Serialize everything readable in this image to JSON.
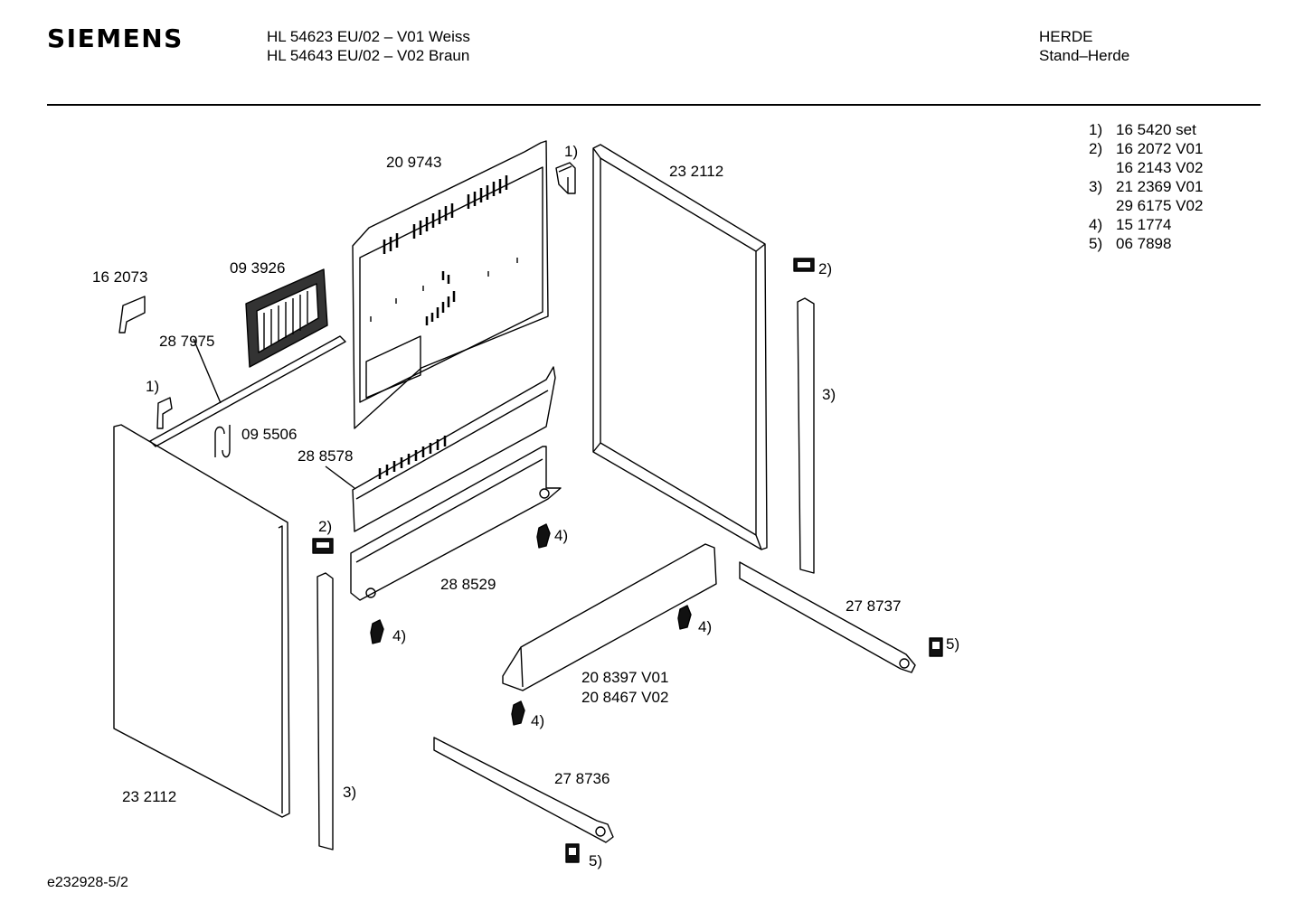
{
  "brand": "SIEMENS",
  "header": {
    "models": [
      "HL 54623 EU/02 – V01 Weiss",
      "HL 54643 EU/02 – V02 Braun"
    ],
    "category": [
      "HERDE",
      "Stand–Herde"
    ]
  },
  "legend": [
    {
      "key": "1)",
      "value": "16 5420 set"
    },
    {
      "key": "2)",
      "value": "16 2072 V01"
    },
    {
      "key": "",
      "value": "16 2143 V02"
    },
    {
      "key": "3)",
      "value": "21 2369 V01"
    },
    {
      "key": "",
      "value": "29 6175 V02"
    },
    {
      "key": "4)",
      "value": "15 1774"
    },
    {
      "key": "5)",
      "value": "06 7898"
    }
  ],
  "parts": {
    "rear_panel": "20 9743",
    "right_side_panel": "23 2112",
    "left_side_panel": "23 2112",
    "vent_grille": "09 3926",
    "bracket": "16 2073",
    "top_rail": "28 7975",
    "hook": "09 5506",
    "front_strip_upper": "28 8578",
    "front_strip_lower": "28 8529",
    "base_plate_v01": "20 8397 V01",
    "base_plate_v02": "20 8467 V02",
    "rail_right": "27 8737",
    "rail_bottom": "27 8736",
    "ref_1": "1)",
    "ref_2": "2)",
    "ref_3": "3)",
    "ref_4": "4)",
    "ref_5": "5)"
  },
  "footer": "e232928-5/2"
}
